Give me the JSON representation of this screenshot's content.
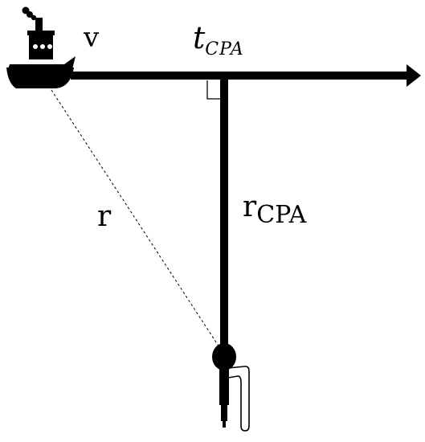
{
  "labels": {
    "velocity": "v",
    "time_main": "t",
    "time_sub": "CPA",
    "range_cpa_main": "r",
    "range_cpa_sub": "CPA",
    "range": "r"
  },
  "icons": {
    "ship": "ship-icon",
    "hydrophone": "hydrophone-icon",
    "right_angle": "right-angle-marker"
  },
  "colors": {
    "ink": "#000000",
    "background": "#ffffff"
  }
}
